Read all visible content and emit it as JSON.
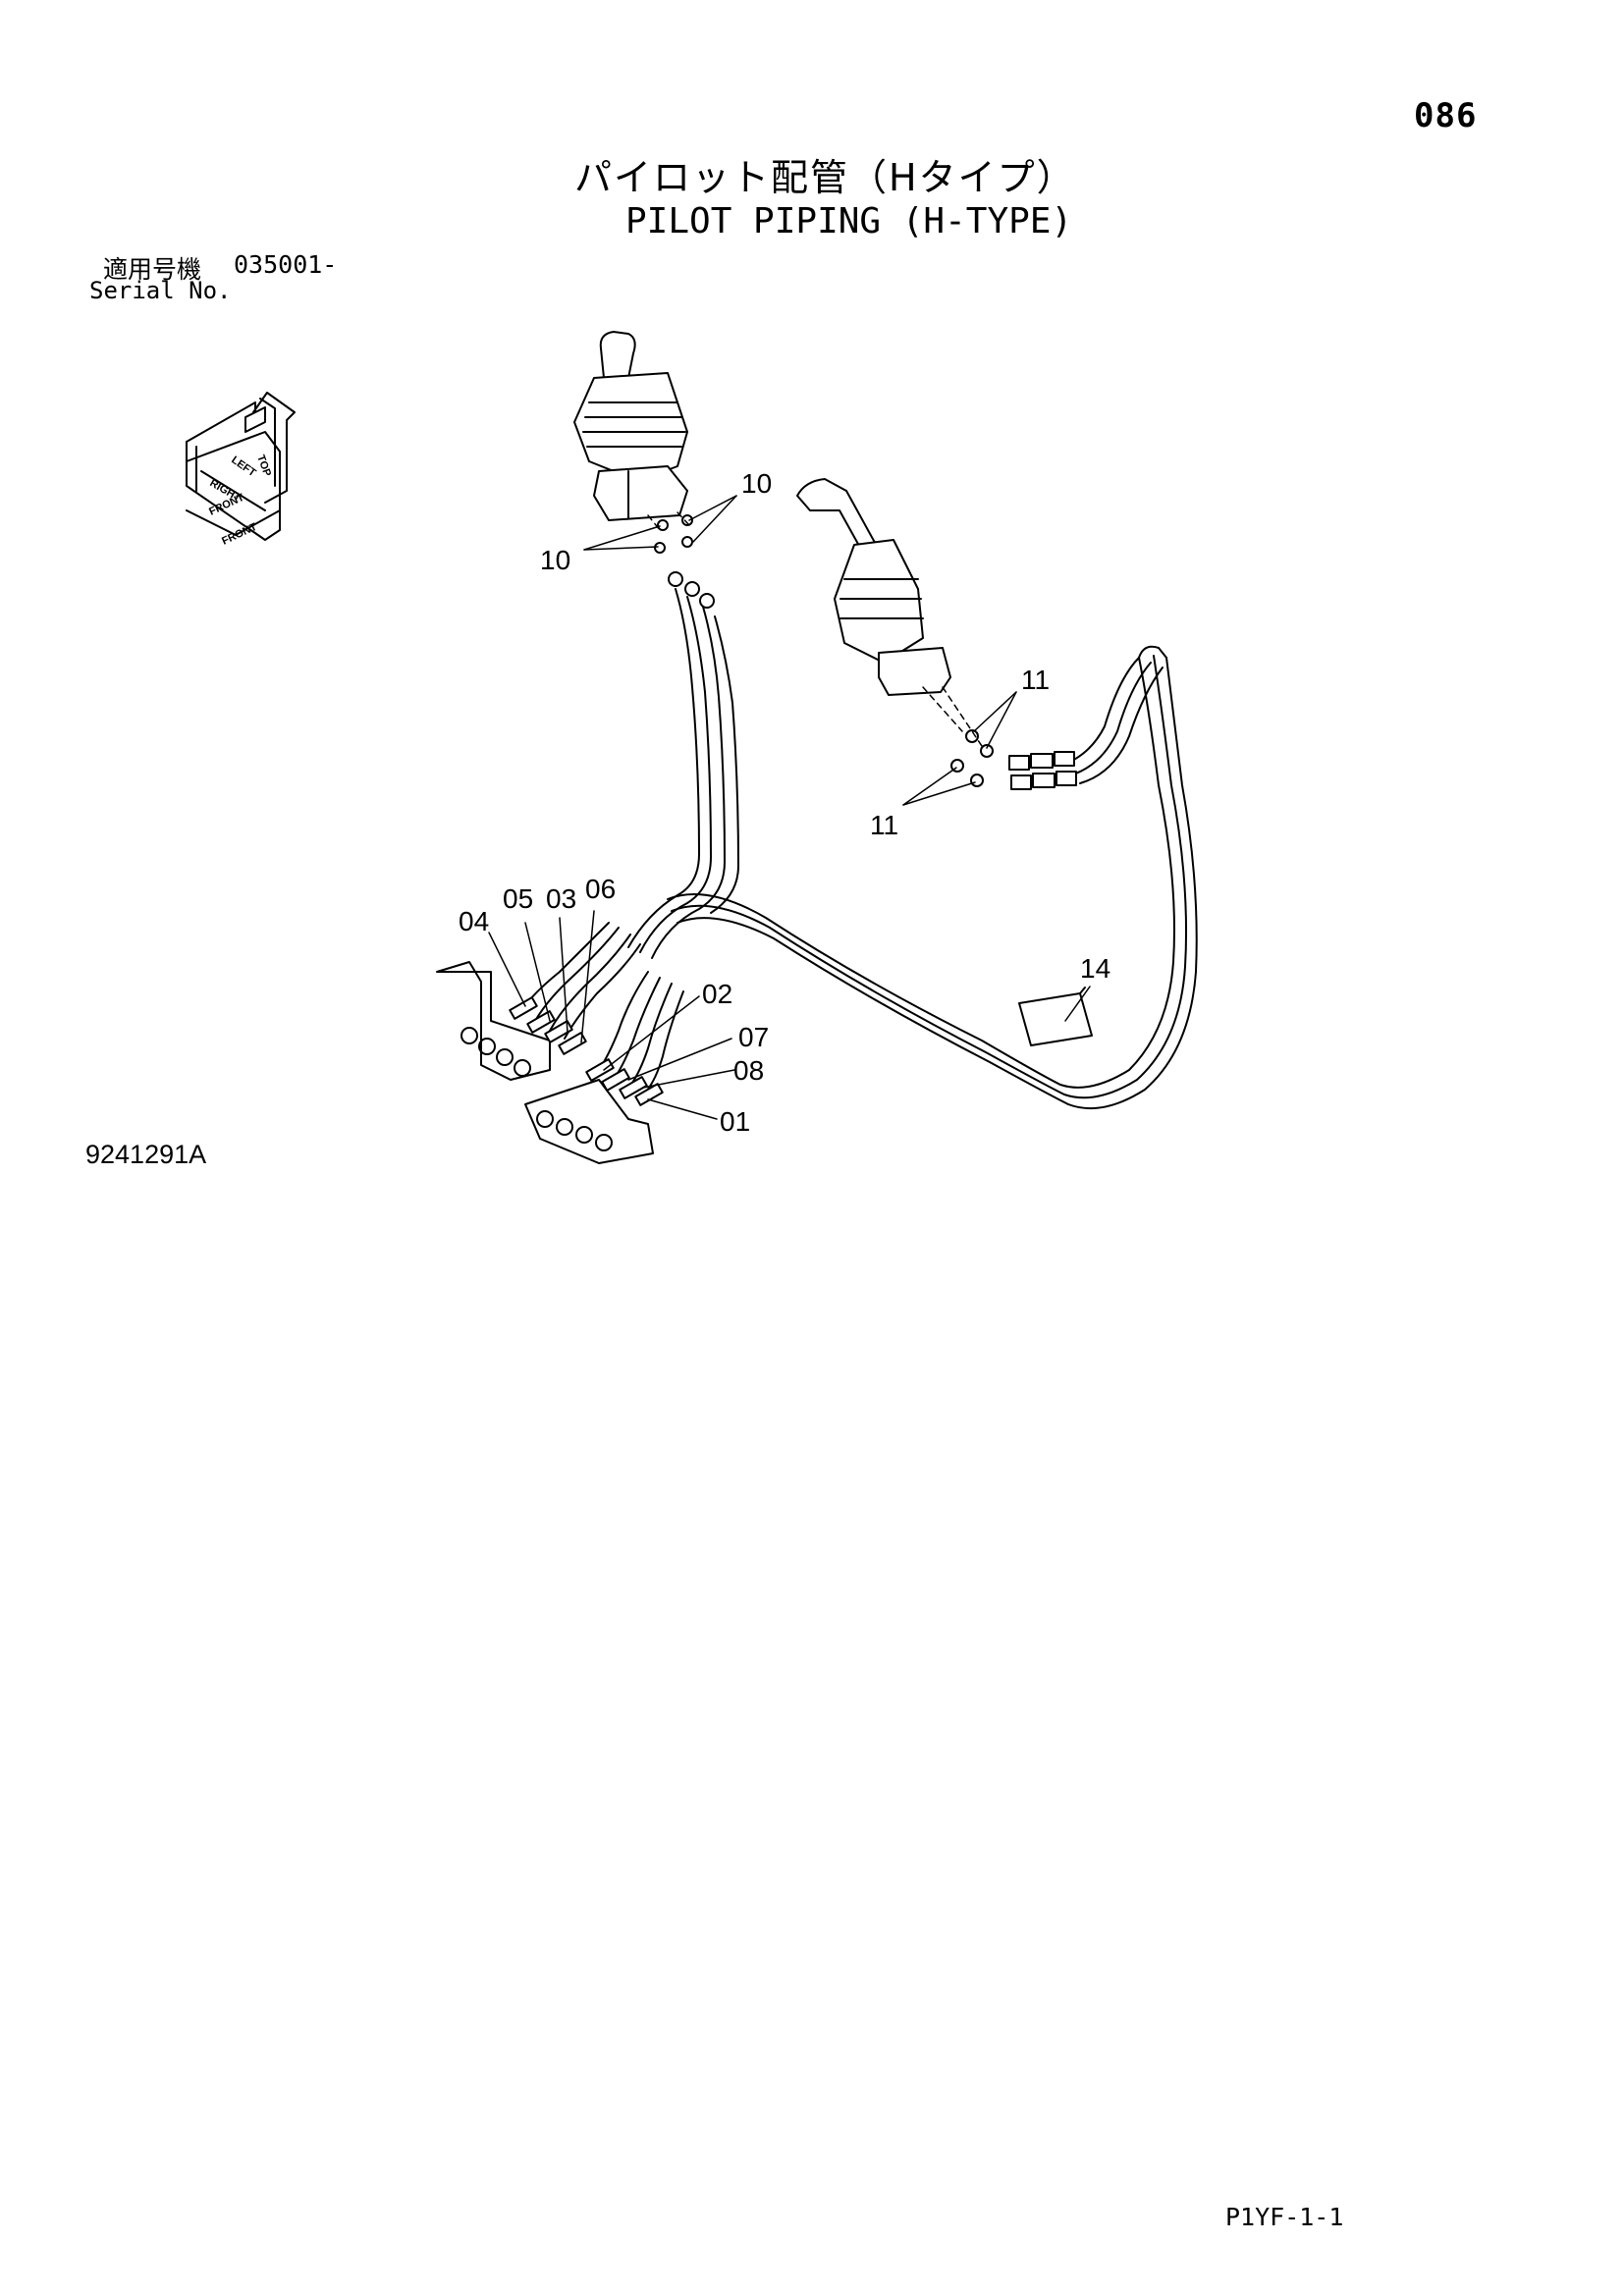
{
  "header": {
    "page_number": "086",
    "title_jp": "パイロット配管（Hタイプ）",
    "title_en": "PILOT PIPING (H-TYPE)",
    "serial_label_jp": "適用号機",
    "serial_range": "035001-",
    "serial_label_en": "Serial No."
  },
  "orientation_indicator": {
    "labels": [
      "LEFT",
      "TOP",
      "RIGHT",
      "FRONT",
      "FRONT"
    ]
  },
  "diagram": {
    "callouts": [
      {
        "id": "10-right",
        "text": "10"
      },
      {
        "id": "10-left",
        "text": "10"
      },
      {
        "id": "11-top",
        "text": "11"
      },
      {
        "id": "11-bottom",
        "text": "11"
      },
      {
        "id": "04",
        "text": "04"
      },
      {
        "id": "05",
        "text": "05"
      },
      {
        "id": "03",
        "text": "03"
      },
      {
        "id": "06",
        "text": "06"
      },
      {
        "id": "02",
        "text": "02"
      },
      {
        "id": "07",
        "text": "07"
      },
      {
        "id": "08",
        "text": "08"
      },
      {
        "id": "01",
        "text": "01"
      },
      {
        "id": "14",
        "text": "14"
      }
    ]
  },
  "footer": {
    "drawing_number": "9241291A",
    "sheet_code": "P1YF-1-1"
  }
}
